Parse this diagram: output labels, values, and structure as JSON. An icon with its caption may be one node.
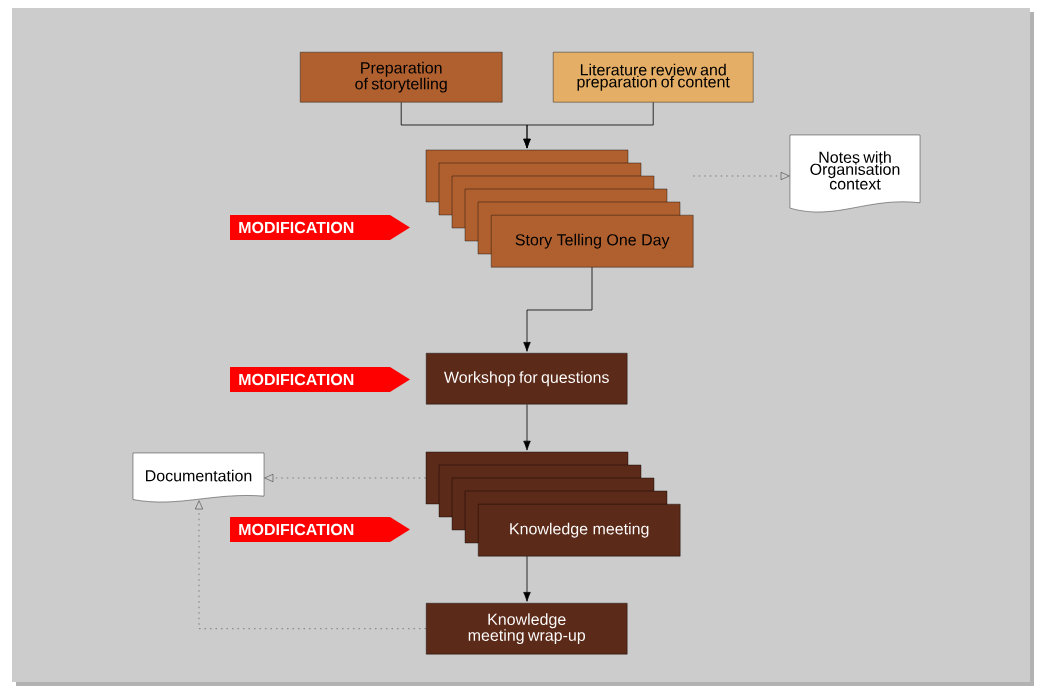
{
  "diagram": {
    "nodes": [
      {
        "text": [
          "Preparation of storytelling"
        ]
      },
      {
        "text": [
          "Literature review and preparation of content"
        ]
      },
      {
        "text": [
          "Story Telling One Day"
        ]
      },
      {
        "text": [
          "Notes with Organisation context"
        ]
      },
      {
        "text": [
          "MODIFICATION"
        ]
      },
      {
        "text": [
          "Workshop for questions"
        ]
      },
      {
        "text": [
          "MODIFICATION"
        ]
      },
      {
        "text": [
          "Knowledge meeting"
        ]
      },
      {
        "text": [
          "Documentation"
        ]
      },
      {
        "text": [
          "MODIFICATION"
        ]
      },
      {
        "text": [
          "Knowledge meeting wrap-up"
        ]
      }
    ],
    "edges": [
      {
        "from": 0,
        "to": 2,
        "arrow": "to"
      },
      {
        "from": 1,
        "to": 2,
        "arrow": "to"
      },
      {
        "from": 2,
        "to": 3,
        "arrow": "to",
        "style": "dashed"
      },
      {
        "from": 2,
        "to": 5,
        "arrow": "to"
      },
      {
        "from": 5,
        "to": 7,
        "arrow": "to"
      },
      {
        "from": 7,
        "to": 8,
        "arrow": "to",
        "style": "dashed"
      },
      {
        "from": 7,
        "to": 10,
        "arrow": "to"
      },
      {
        "from": 10,
        "to": 8,
        "arrow": "to",
        "style": "dashed"
      }
    ]
  }
}
